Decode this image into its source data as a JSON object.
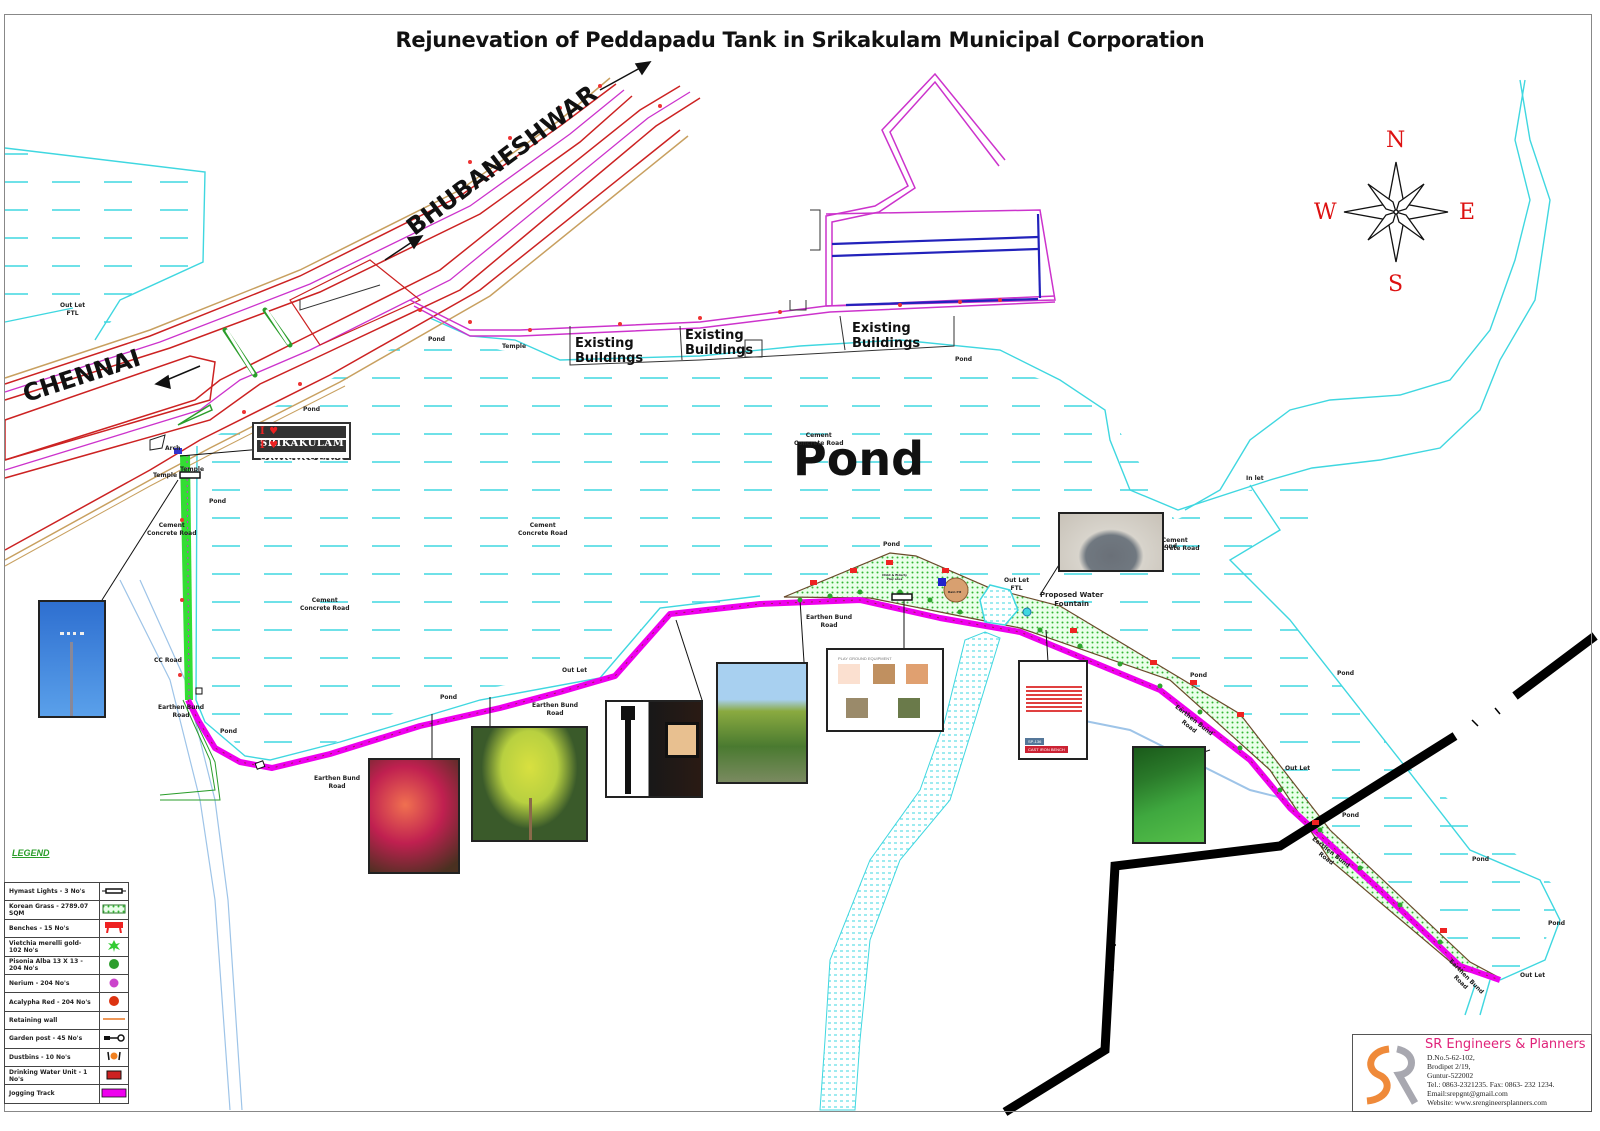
{
  "title": "Rejunevation of Peddapadu Tank in Srikakulam Municipal Corporation",
  "directions": {
    "north_city": "BHUBANESHWAR",
    "south_city": "CHENNAI"
  },
  "compass": {
    "n": "N",
    "s": "S",
    "e": "E",
    "w": "W"
  },
  "main_label": "Pond",
  "signboard": {
    "line1": "SRIKAKULAM",
    "line2": "SRIKAKULAM",
    "heart": "I ♥"
  },
  "existing_buildings": [
    {
      "line1": "Existing",
      "line2": "Buildings"
    },
    {
      "line1": "Existing",
      "line2": "Buildings"
    },
    {
      "line1": "Existing",
      "line2": "Buildings"
    }
  ],
  "map_labels": {
    "outlet_ftl_top": "Out Let\nFTL",
    "pond_1": "Pond",
    "pond_2": "Pond",
    "pond_3": "Pond",
    "pond_4": "Pond",
    "pond_5": "Pond",
    "pond_6": "Pond",
    "pond_7": "Pond",
    "pond_8": "Pond",
    "pond_9": "Pond",
    "pond_10": "Pond",
    "pond_11": "Pond",
    "pond_12": "Pond",
    "pond_13": "Pond",
    "temple_1": "Temple",
    "temple_2": "Temple",
    "temple_3": "Temple",
    "arch": "Arch",
    "cement_road_1": "Cement\nConcrete Road",
    "cement_road_2": "Cement\nConcrete Road",
    "cement_road_3": "Cement\nConcrete Road",
    "cement_road_4": "Cement\nConcrete Road",
    "cement_road_5": "Cement\nConcrete Road",
    "cc_road": "CC Road",
    "earthen_1": "Earthen Bund\nRoad",
    "earthen_2": "Earthen Bund\nRoad",
    "earthen_3": "Earthen Bund\nRoad",
    "earthen_4": "Earthen Bund\nRoad",
    "earthen_5": "Earthen Bund\nRoad",
    "earthen_6": "Earthen Bund\nRoad",
    "earthen_7": "Earthen Bund\nRoad",
    "earthen_8": "Earthen Bund\nRoad",
    "outlet_1": "Out Let",
    "outlet_ftl_2": "Out Let\nFTL",
    "outlet_3": "Out Let",
    "outlet_4": "Out Let",
    "inlet": "In let",
    "fountain": "Proposed Water\nFountain",
    "child_play": "Child & Elderly\nPlay area",
    "rain_pit": "Rain Pit"
  },
  "cards": {
    "playground": {
      "header": "PLAY GROUND EQUIPMENT"
    },
    "bench": {
      "code": "SP-136",
      "name": "CAST IRON BENCH"
    }
  },
  "legend": {
    "title": "LEGEND",
    "items": [
      {
        "label": "Hymast Lights - 3 No's",
        "icon": "hymast-light-icon"
      },
      {
        "label": "Korean Grass - 2789.07 SQM",
        "icon": "korean-grass-icon",
        "color": "#b9f5b0"
      },
      {
        "label": "Benches - 15 No's",
        "icon": "bench-icon",
        "color": "#ee2222"
      },
      {
        "label": "Vietchia merelli gold- 102 No's",
        "icon": "vietchia-icon",
        "color": "#33cc33"
      },
      {
        "label": "Pisonia Alba 13 X 13 - 204 No's",
        "icon": "pisonia-icon",
        "color": "#2e9e2e"
      },
      {
        "label": "Nerium - 204 No's",
        "icon": "nerium-icon",
        "color": "#cc44cc"
      },
      {
        "label": "Acalypha Red - 204 No's",
        "icon": "acalypha-icon",
        "color": "#dd3311"
      },
      {
        "label": "Retaining wall",
        "icon": "retaining-wall-icon",
        "color": "#e87722"
      },
      {
        "label": "Garden post - 45 No's",
        "icon": "garden-post-icon"
      },
      {
        "label": "Dustbins - 10 No's",
        "icon": "dustbin-icon",
        "color": "#f08020"
      },
      {
        "label": "Drinking Water Unit - 1 No's",
        "icon": "drinking-water-icon",
        "color": "#cc2222"
      },
      {
        "label": "Jogging Track",
        "icon": "jogging-track-icon",
        "color": "#ee00ee"
      }
    ]
  },
  "company": {
    "name": "SR Engineers & Planners",
    "address": [
      "D.No.5-62-102,",
      "Brodipet 2/19,",
      "Guntur-522002",
      "Tel.: 0863-2321235. Fax: 0863- 232 1234.",
      "Email:srepgnt@gmail.com",
      "Website: www.srengineersplanners.com"
    ]
  },
  "colors": {
    "water": "#3fd7e0",
    "jogging_track": "#ee00ee",
    "grass_strip": "#33dd33",
    "road_red": "#cc2222",
    "road_magenta": "#cc33cc",
    "compass_text": "#dd1111",
    "company_name": "#e0237a"
  }
}
